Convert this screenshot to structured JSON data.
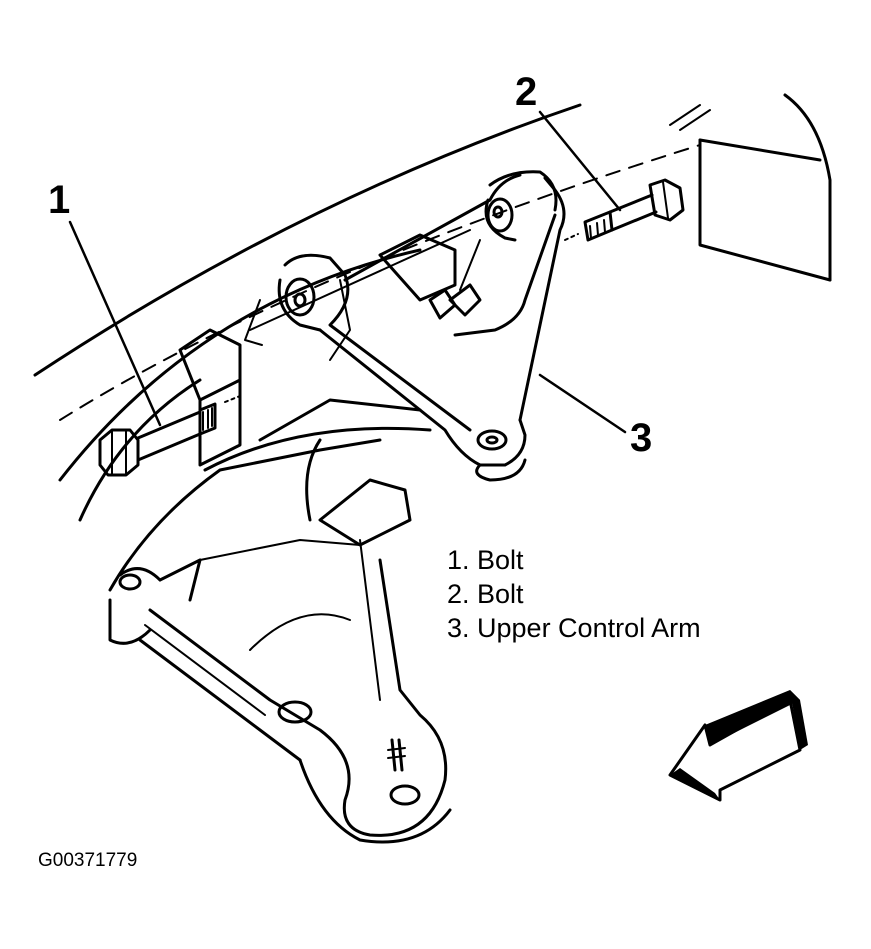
{
  "callouts": [
    {
      "number": "1",
      "target": "Bolt"
    },
    {
      "number": "2",
      "target": "Bolt"
    },
    {
      "number": "3",
      "target": "Upper Control Arm"
    }
  ],
  "legend": [
    "1. Bolt",
    "2. Bolt",
    "3. Upper Control Arm"
  ],
  "figure_id": "G00371779",
  "colors": {
    "ink": "#000000",
    "paper": "#ffffff"
  },
  "icons": {
    "direction_arrow": "forward-direction-arrow-icon"
  }
}
